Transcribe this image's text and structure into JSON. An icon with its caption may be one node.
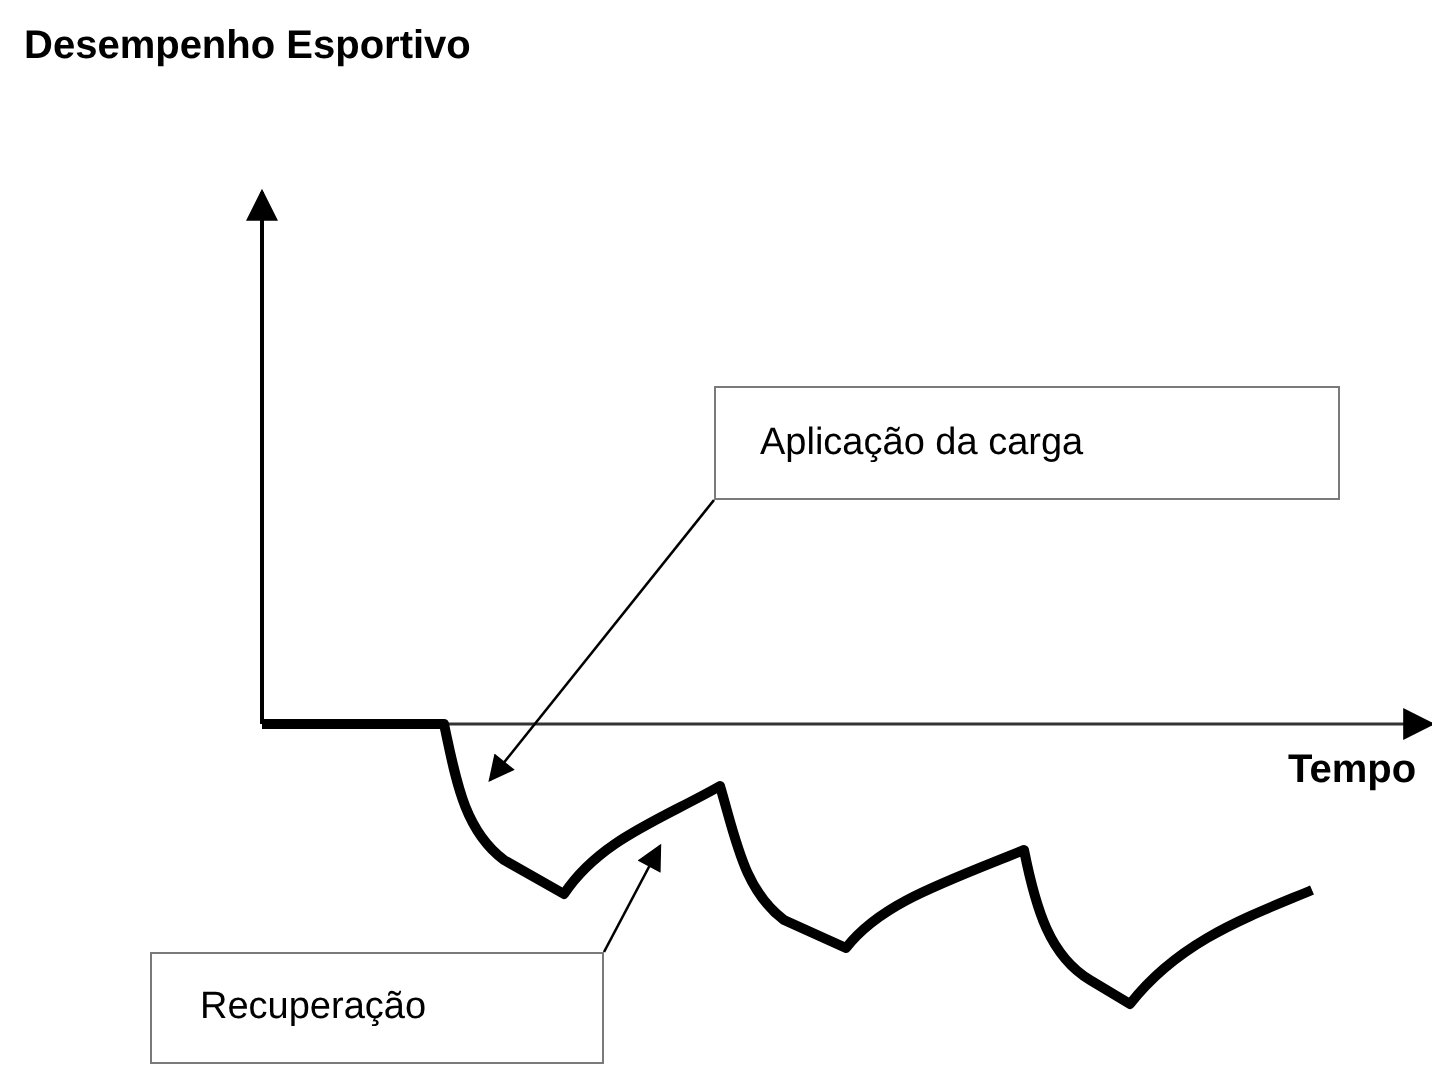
{
  "diagram": {
    "nodes": [
      {
        "text": [
          "Aplicação da carga"
        ]
      },
      {
        "text": [
          "Recuperação"
        ]
      }
    ],
    "edges": [
      {
        "from": 0,
        "to": null,
        "arrow": "to"
      },
      {
        "from": 1,
        "to": null,
        "arrow": "to"
      }
    ],
    "labels": [
      "Desempenho Esportivo",
      "Tempo"
    ]
  }
}
